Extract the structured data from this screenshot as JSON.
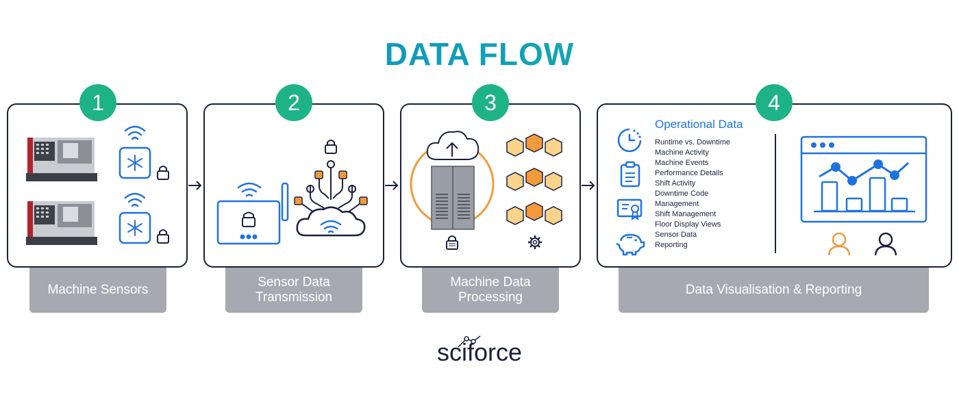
{
  "title": "DATA FLOW",
  "steps": [
    {
      "number": "1",
      "label": "Machine Sensors"
    },
    {
      "number": "2",
      "label": "Sensor Data Transmission"
    },
    {
      "number": "3",
      "label": "Machine Data Processing"
    },
    {
      "number": "4",
      "label": "Data Visualisation &  Reporting"
    }
  ],
  "operational": {
    "title": "Operational Data",
    "items": [
      "Runtime vs. Downtime",
      "Machine Activity",
      "Machine Events",
      "Performance Details",
      "Shift Activity",
      "Downtime Code",
      "Management",
      "Shift Management",
      "Floor Display Views",
      "Sensor Data",
      "Reporting"
    ]
  },
  "brand": "sciforce",
  "colors": {
    "accent_green": "#1eb386",
    "blue": "#1e73e0",
    "orange": "#f39a3c",
    "navy": "#1a1f3c",
    "label_gray": "#a7a9b1"
  },
  "icons": [
    "cnc-machine-icon",
    "wifi-icon",
    "snowflake-sensor-icon",
    "lock-icon",
    "router-icon",
    "cloud-network-icon",
    "cloud-upload-icon",
    "server-icon",
    "blocks-icon",
    "gear-icon",
    "clock-icon",
    "clipboard-icon",
    "certificate-icon",
    "piggy-bank-icon",
    "dashboard-chart-icon",
    "user-icon"
  ]
}
